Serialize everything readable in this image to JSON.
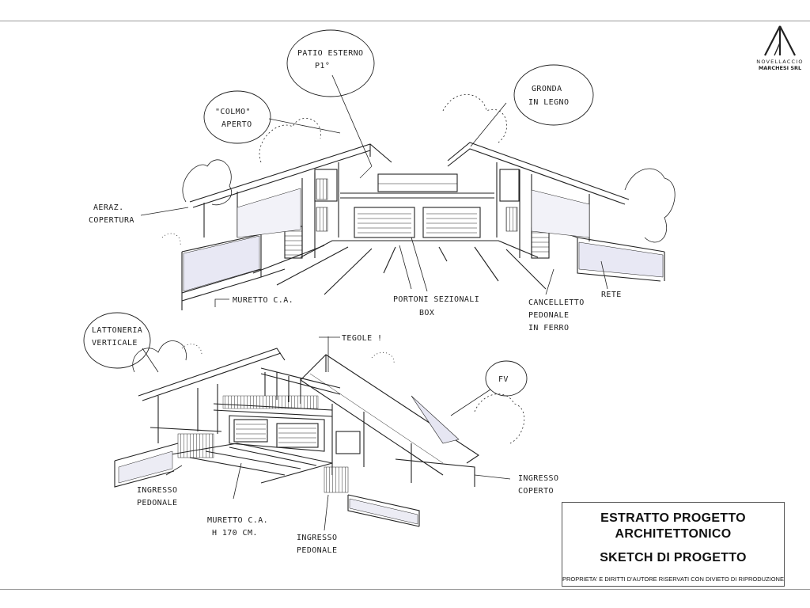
{
  "logo": {
    "brand_line1": "NOVELLACCIO",
    "brand_line2": "MARCHESI SRL"
  },
  "annotations_top": {
    "patio": [
      "PATIO ESTERNO",
      "P1°"
    ],
    "colmo": [
      "\"COLMO\"",
      "APERTO"
    ],
    "gronda": [
      "GRONDA",
      "IN LEGNO"
    ],
    "aeraz": [
      "AERAZ.",
      "COPERTURA"
    ],
    "muretto": "MURETTO C.A.",
    "portoni": [
      "PORTONI SEZIONALI",
      "BOX"
    ],
    "cancelletto": [
      "CANCELLETTO",
      "PEDONALE",
      "IN FERRO"
    ],
    "rete": "RETE"
  },
  "annotations_bottom": {
    "lattoneria": [
      "LATTONERIA",
      "VERTICALE"
    ],
    "tegole": "TEGOLE !",
    "fv": "FV",
    "ingresso_pedonale_left": [
      "INGRESSO",
      "PEDONALE"
    ],
    "muretto_ca": [
      "MURETTO C.A.",
      "H 170 CM."
    ],
    "ingresso_pedonale_center": [
      "INGRESSO",
      "PEDONALE"
    ],
    "ingresso_coperto": [
      "INGRESSO",
      "COPERTO"
    ]
  },
  "title_block": {
    "line1": "ESTRATTO PROGETTO",
    "line2": "ARCHITETTONICO",
    "line3": "SKETCH DI PROGETTO",
    "rights": "PROPRIETA' E DIRITTI D'AUTORE RISERVATI CON DIVIETO DI RIPRODUZIONE"
  }
}
